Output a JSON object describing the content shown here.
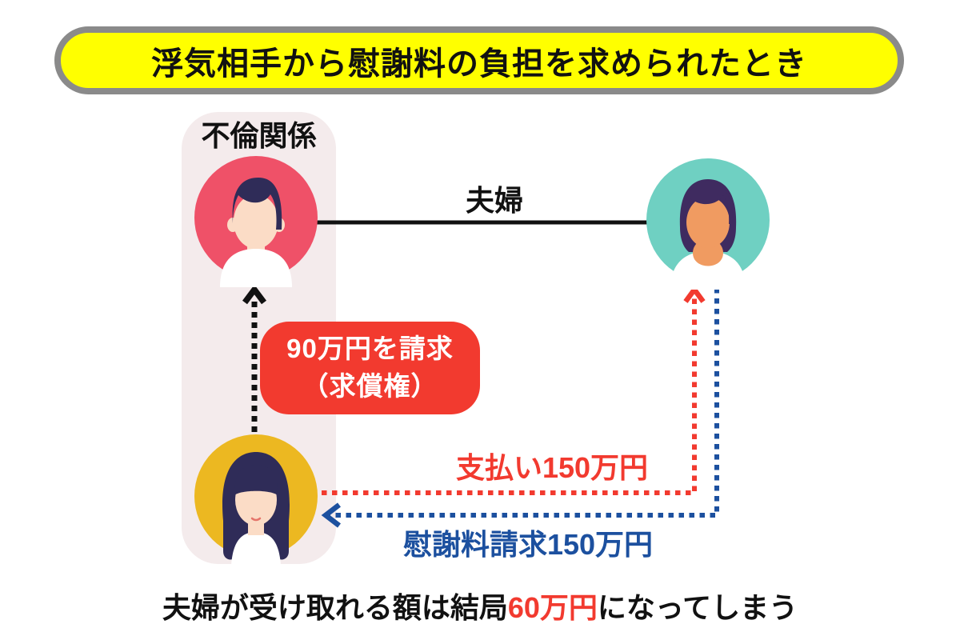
{
  "banner": {
    "title": "浮気相手から慰謝料の負担を求められたとき"
  },
  "affair_group": {
    "label": "不倫関係"
  },
  "couple": {
    "label": "夫婦"
  },
  "claim_box": {
    "line1": "90万円を請求",
    "line2": "（求償権）"
  },
  "payment": {
    "label": "支払い150万円"
  },
  "consolation": {
    "label": "慰謝料請求150万円"
  },
  "conclusion": {
    "before": "夫婦が受け取れる額は結局",
    "amount": "60万円",
    "after": "になってしまう"
  },
  "icons": {
    "husband": "man-avatar-icon",
    "wife": "woman-bob-avatar-icon",
    "affair_partner": "woman-long-hair-avatar-icon"
  },
  "colors": {
    "banner_fill": "#FFFF00",
    "banner_border": "#8A8A8A",
    "panel_bg": "#F4EBEC",
    "husband_bg": "#EF5168",
    "wife_bg": "#6FD0C2",
    "partner_bg": "#ECB821",
    "hair_dark": "#2F2C58",
    "wife_hair": "#3F2B60",
    "skin_light": "#FBDCC6",
    "skin_tan": "#F09B61",
    "shirt": "#FFFFFF",
    "accent_red": "#F23A2F",
    "accent_blue": "#1C509F",
    "line_black": "#111111"
  }
}
